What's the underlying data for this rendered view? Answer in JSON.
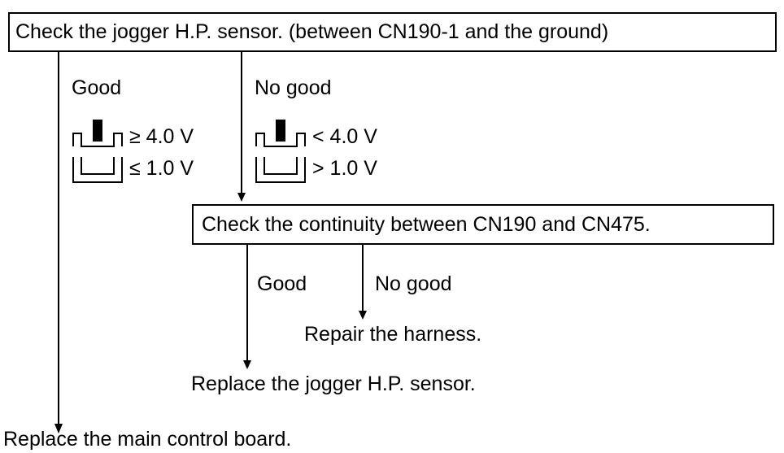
{
  "check_sensor": {
    "label": "Check the jogger H.P. sensor. (between CN190-1 and the ground)",
    "good_label": "Good",
    "nogood_label": "No good",
    "good_blocked_value": "≥ 4.0 V",
    "good_open_value": "≤ 1.0 V",
    "nogood_blocked_value": "< 4.0 V",
    "nogood_open_value": "> 1.0 V"
  },
  "check_continuity": {
    "label": "Check the continuity between CN190 and CN475.",
    "good_label": "Good",
    "nogood_label": "No good"
  },
  "actions": {
    "repair_harness": "Repair the harness.",
    "replace_sensor": "Replace the jogger H.P. sensor.",
    "replace_board": "Replace the main control board."
  }
}
